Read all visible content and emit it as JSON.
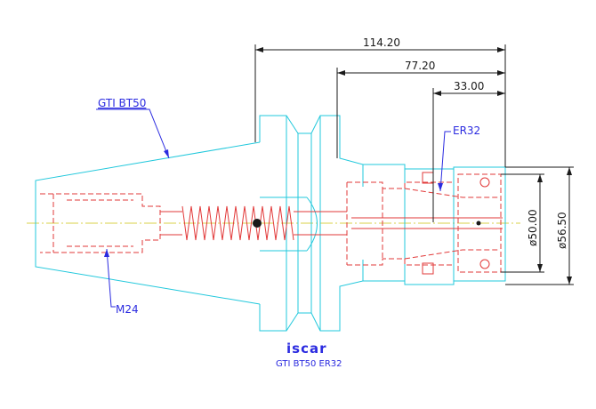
{
  "dimensions": {
    "length_overall": "114.20",
    "length_mid": "77.20",
    "length_nut": "33.00",
    "diameter_inner": "ø50.00",
    "diameter_outer": "ø56.50"
  },
  "labels": {
    "taper": "GTI BT50",
    "collet": "ER32",
    "thread": "M24"
  },
  "logo": {
    "brand": "iscar",
    "caption": "GTI BT50 ER32"
  },
  "colors": {
    "body_outline": "#22c8dc",
    "internal_parts": "#e23a3a",
    "dimension_lines": "#1a1a1a",
    "leader_labels": "#2b2be0",
    "center_axis": "#d8d24a"
  }
}
